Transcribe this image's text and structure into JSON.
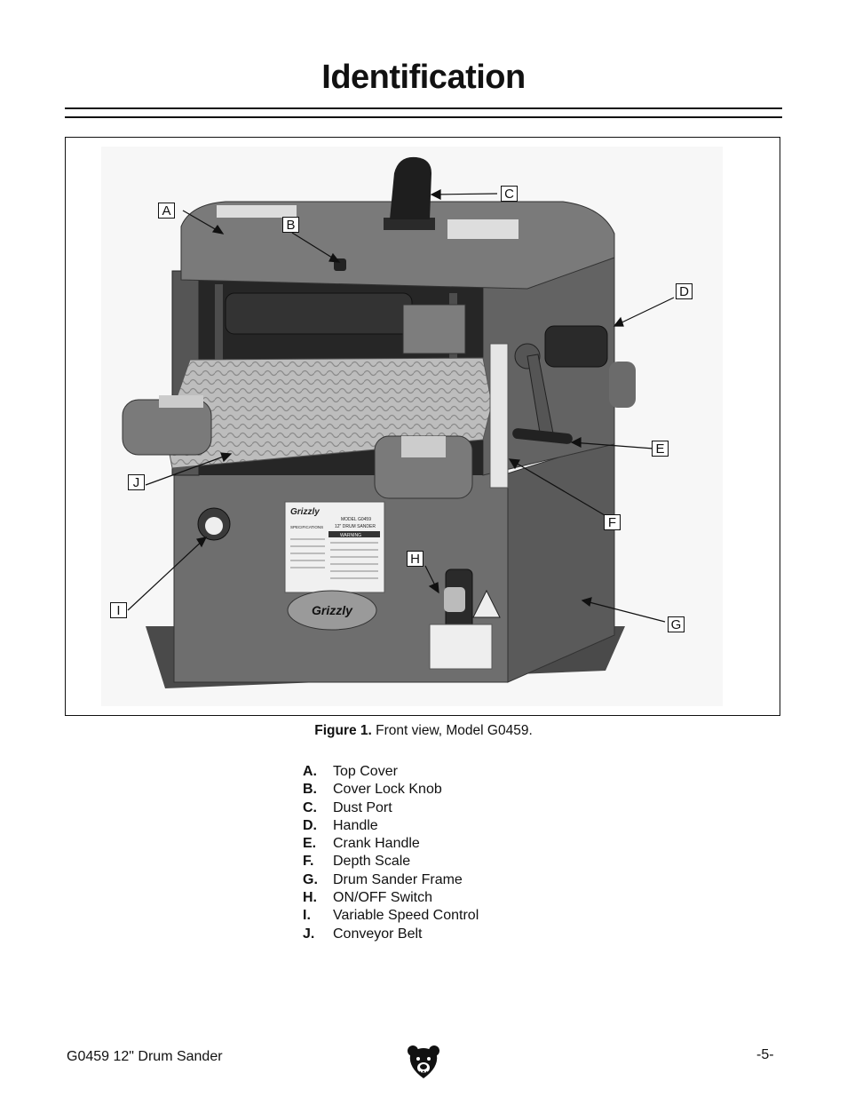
{
  "page": {
    "title": "Identification",
    "footer_left": "G0459 12\" Drum Sander",
    "footer_right": "-5-"
  },
  "figure": {
    "caption_bold": "Figure 1.",
    "caption_text": " Front view, Model G0459.",
    "callouts": [
      "A",
      "B",
      "C",
      "D",
      "E",
      "F",
      "G",
      "H",
      "I",
      "J"
    ],
    "machine_label": {
      "brand": "Grizzly",
      "model_line1": "MODEL G0459",
      "model_line2": "12\" DRUM SANDER",
      "specs": "SPECIFICATIONS",
      "warning": "WARNING"
    },
    "nameplate_brand": "Grizzly"
  },
  "parts": [
    {
      "letter": "A.",
      "name": "Top Cover"
    },
    {
      "letter": "B.",
      "name": "Cover Lock Knob"
    },
    {
      "letter": "C.",
      "name": "Dust Port"
    },
    {
      "letter": "D.",
      "name": "Handle"
    },
    {
      "letter": "E.",
      "name": "Crank Handle"
    },
    {
      "letter": "F.",
      "name": "Depth Scale"
    },
    {
      "letter": "G.",
      "name": "Drum Sander Frame"
    },
    {
      "letter": "H.",
      "name": "ON/OFF Switch"
    },
    {
      "letter": "I.",
      "name": "Variable Speed Control"
    },
    {
      "letter": "J.",
      "name": "Conveyor Belt"
    }
  ]
}
